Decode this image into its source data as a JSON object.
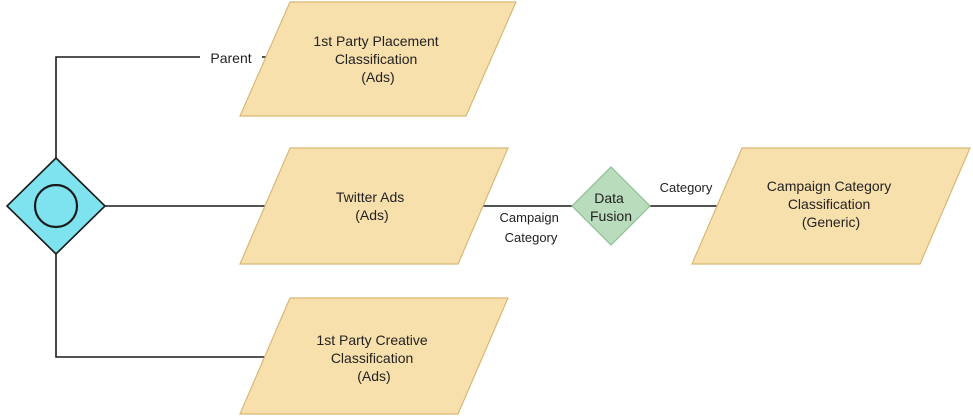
{
  "nodes": {
    "placement": {
      "lines": [
        "1st Party Placement",
        "Classification",
        "(Ads)"
      ]
    },
    "twitter": {
      "lines": [
        "Twitter Ads",
        "(Ads)"
      ]
    },
    "creative": {
      "lines": [
        "1st Party Creative",
        "Classification",
        "(Ads)"
      ]
    },
    "fusion": {
      "lines": [
        "Data",
        "Fusion"
      ]
    },
    "campaign": {
      "lines": [
        "Campaign Category",
        "Classification",
        "(Generic)"
      ]
    }
  },
  "edges": {
    "parent": "Parent",
    "campaign_category": [
      "Campaign",
      "Category"
    ],
    "category": "Category"
  },
  "colors": {
    "parallelogram_fill": "#f8e0ad",
    "fusion_fill": "#b8dcbc",
    "gateway_fill": "#7fe3ef"
  }
}
